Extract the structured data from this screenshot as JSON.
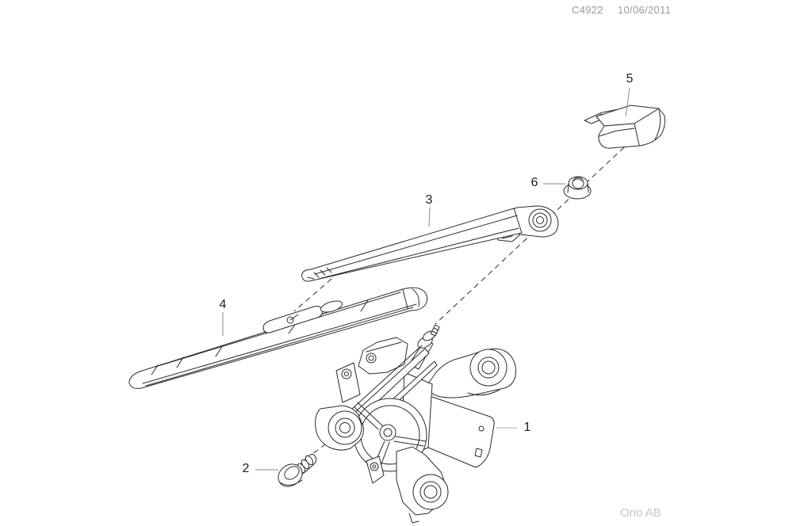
{
  "header": {
    "code": "C4922",
    "date": "10/06/2011"
  },
  "watermark": {
    "text": "Orio AB"
  },
  "diagram": {
    "type": "exploded-parts-line-drawing",
    "subject": "rear window wiper assembly",
    "colors": {
      "line": "#2b2b2b",
      "leader": "#8a8a8a",
      "callout_text": "#1c1c1c",
      "header_text": "#9a9a9a",
      "watermark_text": "#c6c6c6",
      "background": "#ffffff"
    },
    "callouts": [
      {
        "number": "1",
        "part": "wiper-motor-assembly"
      },
      {
        "number": "2",
        "part": "mounting-screw"
      },
      {
        "number": "3",
        "part": "wiper-arm"
      },
      {
        "number": "4",
        "part": "wiper-blade"
      },
      {
        "number": "5",
        "part": "wiper-arm-cover-cap"
      },
      {
        "number": "6",
        "part": "spindle-nut"
      }
    ]
  }
}
